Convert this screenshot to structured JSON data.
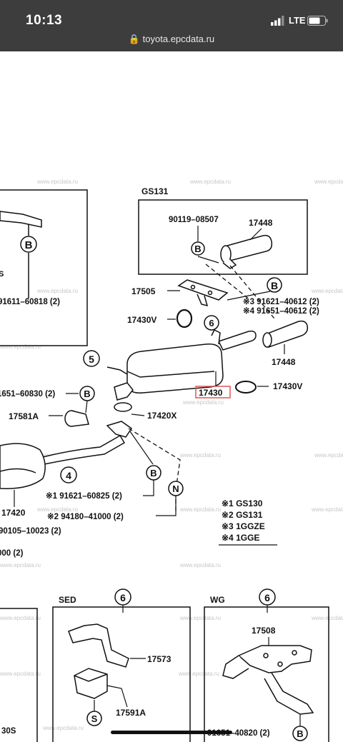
{
  "status_bar": {
    "time": "10:13",
    "network": "LTE",
    "url": "toyota.epcdata.ru"
  },
  "watermark": "www.epcdata.ru",
  "groups": {
    "gs131": "GS131",
    "sed": "SED",
    "wg": "WG"
  },
  "parts": {
    "p90119": "90119–08507",
    "p17448a": "17448",
    "p17505": "17505",
    "p91621a": "※3 91621–40612 (2)",
    "p91651a": "※4 91651–40612 (2)",
    "p17430v_a": "17430V",
    "p17448b": "17448",
    "p17430": "17430",
    "p17430v_b": "17430V",
    "p91611": "91611–60818 (2)",
    "p91651b": "1651–60830 (2)",
    "p17581a": "17581A",
    "p17420x": "17420X",
    "p91621b": "※1 91621–60825 (2)",
    "p94180": "※2 94180–41000 (2)",
    "p17420": "17420",
    "p90105": "90105–10023 (2)",
    "p000": "000 (2)",
    "p17573": "17573",
    "p17591a": "17591A",
    "p17508": "17508",
    "p91651c": "91651–40820 (2)",
    "p30s": "30S",
    "pS": "S"
  },
  "markers": {
    "B": "B",
    "N": "N",
    "S": "S",
    "n4": "4",
    "n5": "5",
    "n6": "6"
  },
  "legend": [
    {
      "mark": "※1",
      "code": "GS130"
    },
    {
      "mark": "※2",
      "code": "GS131"
    },
    {
      "mark": "※3",
      "code": "1GGZE"
    },
    {
      "mark": "※4",
      "code": "1GGE"
    }
  ]
}
